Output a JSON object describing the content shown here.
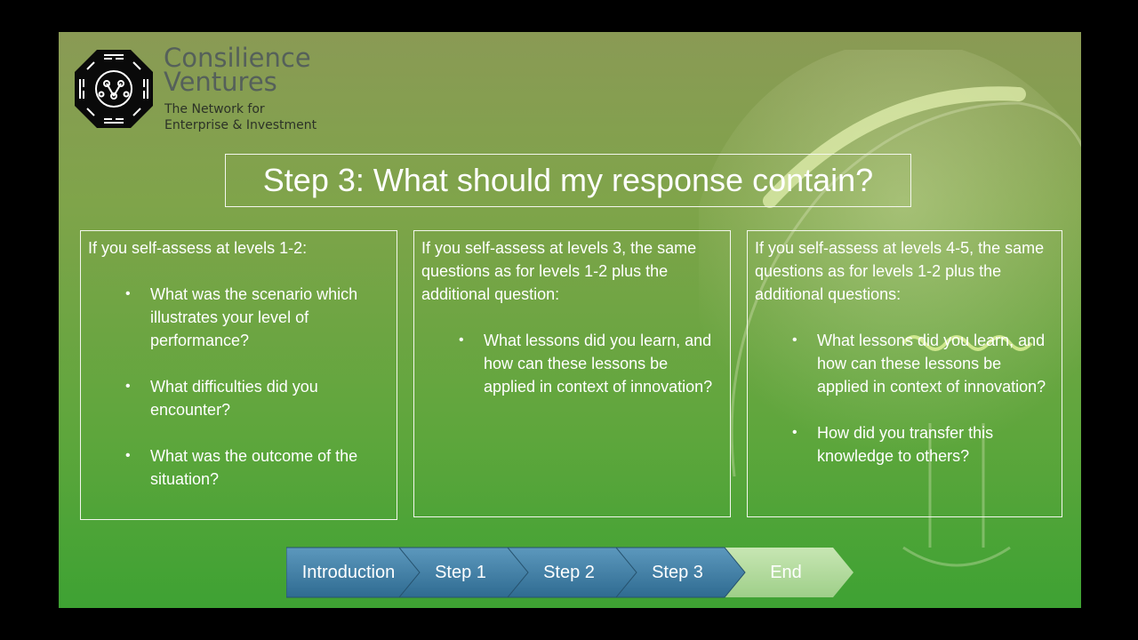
{
  "brand": {
    "name_line1": "Consilience",
    "name_line2": "Ventures",
    "tagline_line1": "The Network for",
    "tagline_line2": "Enterprise & Investment"
  },
  "slide": {
    "title": "Step 3: What should my response contain?"
  },
  "columns": [
    {
      "intro": "If you self-assess at levels 1-2:",
      "bullets": [
        "What was the scenario which illustrates your level of performance?",
        "What difficulties did you encounter?",
        "What was the outcome of the situation?"
      ]
    },
    {
      "intro": "If you self-assess at levels 3, the same questions as for levels 1-2 plus the additional question:",
      "bullets": [
        "What lessons did you learn, and how can these lessons be applied in context of innovation?"
      ]
    },
    {
      "intro": "If you self-assess at levels 4-5, the same questions as for levels 1-2 plus the additional questions:",
      "bullets": [
        "What lessons did you learn, and how can these lessons be applied in context of innovation?",
        "How did you transfer this knowledge to others?"
      ]
    }
  ],
  "nav": {
    "items": [
      "Introduction",
      "Step 1",
      "Step 2",
      "Step 3",
      "End"
    ],
    "active_color": "#3f7fa6",
    "inactive_color": "#b4dba0"
  },
  "icons": {
    "logo": "bagua-logo-icon",
    "bullet": "bullet-dot-icon"
  }
}
